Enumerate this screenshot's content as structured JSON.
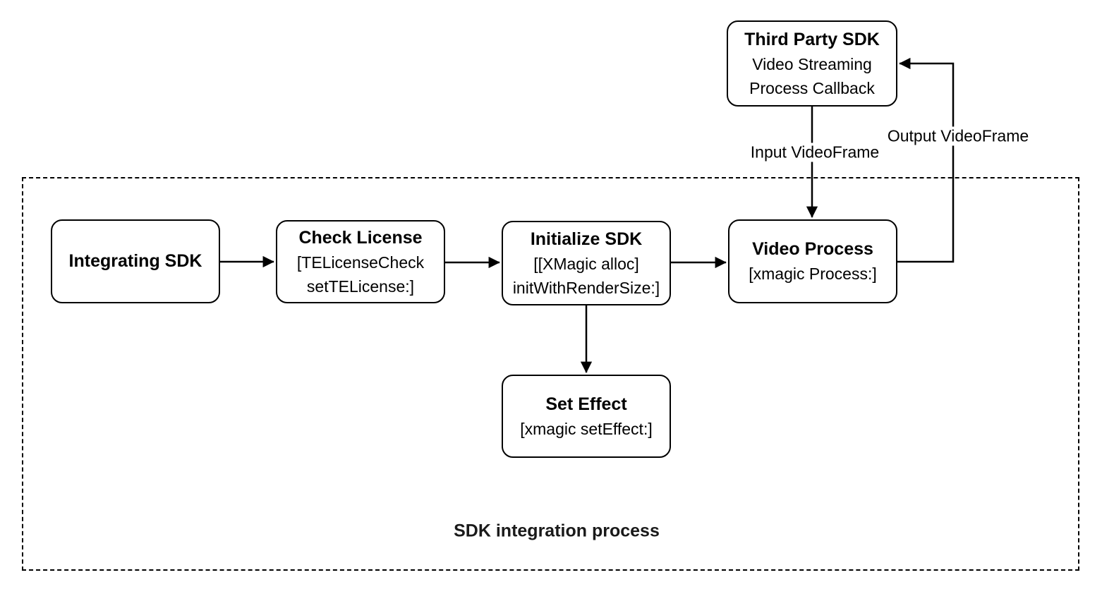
{
  "diagram": {
    "caption": "SDK integration process",
    "nodes": {
      "integrating_sdk": {
        "title": "Integrating SDK",
        "lines": []
      },
      "check_license": {
        "title": "Check License",
        "lines": [
          "[TELicenseCheck",
          "setTELicense:]"
        ]
      },
      "initialize_sdk": {
        "title": "Initialize SDK",
        "lines": [
          "[[XMagic alloc]",
          "initWithRenderSize:]"
        ]
      },
      "video_process": {
        "title": "Video Process",
        "lines": [
          "[xmagic Process:]"
        ]
      },
      "set_effect": {
        "title": "Set Effect",
        "lines": [
          "[xmagic setEffect:]"
        ]
      },
      "third_party_sdk": {
        "title": "Third Party SDK",
        "lines": [
          "Video Streaming",
          "Process Callback"
        ]
      }
    },
    "edge_labels": {
      "input": "Input VideoFrame",
      "output": "Output VideoFrame"
    },
    "colors": {
      "stroke": "#000000",
      "background": "#ffffff"
    }
  }
}
